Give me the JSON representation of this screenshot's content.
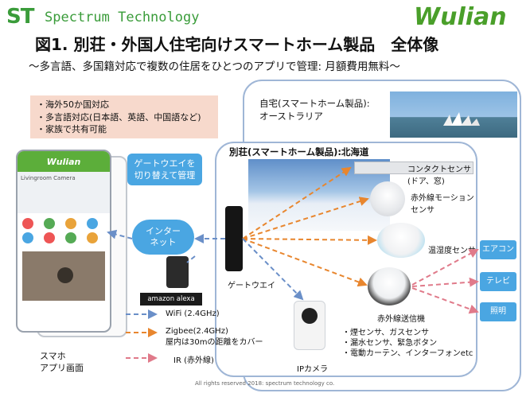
{
  "header": {
    "st_mark": "ST",
    "company": "Spectrum Technology",
    "brand": "Wulian"
  },
  "title": "図1. 別荘・外国人住宅向けスマートホーム製品　全体像",
  "subtitle": "～多言語、多国籍対応で複数の住居をひとつのアプリで管理: 月額費用無料～",
  "features": [
    "・海外50か国対応",
    "・多言語対応(日本語、英語、中国語など)",
    "・家族で共有可能"
  ],
  "home": {
    "label_line1": "自宅(スマートホーム製品):",
    "label_line2": "オーストラリア"
  },
  "villa": {
    "label": "別荘(スマートホーム製品):北海道"
  },
  "app": {
    "brand": "Wulian",
    "camera_label": "Livingroom Camera",
    "caption_line1": "スマホ",
    "caption_line2": "アプリ画面"
  },
  "bubbles": {
    "gateway_switch_line1": "ゲートウエイを",
    "gateway_switch_line2": "切り替えて管理",
    "internet_line1": "インター",
    "internet_line2": "ネット"
  },
  "devices": {
    "gateway": "ゲートウエイ",
    "alexa": "amazon alexa",
    "contact_sensor_line1": "コンタクトセンサ",
    "contact_sensor_line2": "(ドア、窓)",
    "ir_motion_line1": "赤外線モーション",
    "ir_motion_line2": "センサ",
    "temp_humidity": "温湿度センサ",
    "ir_transmitter": "赤外線送信機",
    "ip_camera": "IPカメラ",
    "other_sensors": [
      "・煙センサ、ガスセンサ",
      "・漏水センサ、緊急ボタン",
      "・電動カーテン、インターフォンetc"
    ]
  },
  "appliances": [
    "エアコン",
    "テレビ",
    "照明"
  ],
  "legend": {
    "wifi": "WiFi (2.4GHz)",
    "zigbee_line1": "Zigbee(2.4GHz)",
    "zigbee_line2": "屋内は30mの距離をカバー",
    "ir": "IR (赤外線)"
  },
  "colors": {
    "wifi": "#6a8fc8",
    "zigbee": "#e8862e",
    "ir": "#e07a8a",
    "accent_blue": "#4aa6e2",
    "brand_green": "#4a9f2a"
  },
  "footer": "All rights reserved 2018: spectrum technology co."
}
